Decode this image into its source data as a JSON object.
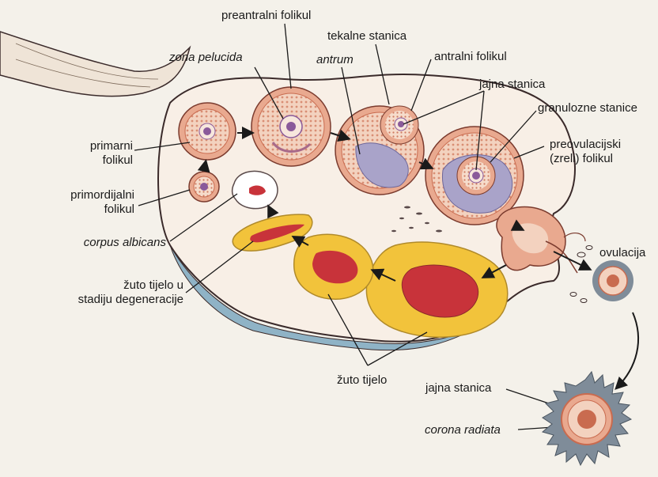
{
  "labels": {
    "preantral": "preantralni folikul",
    "zona": "zona pelucida",
    "tekalne": "tekalne stanica",
    "antrum": "antrum",
    "antralni": "antralni folikul",
    "jajna_top": "jajna stanica",
    "granulozne": "granulozne stanice",
    "primarni_1": "primarni",
    "primarni_2": "folikul",
    "preov_1": "preovulacijski",
    "preov_2": "(zreli) folikul",
    "primord_1": "primordijalni",
    "primord_2": "folikul",
    "corpus_albicans": "corpus albicans",
    "zuto_deg_1": "žuto tijelo u",
    "zuto_deg_2": "stadiju degeneracije",
    "ovulacija": "ovulacija",
    "zuto_tijelo": "žuto tijelo",
    "jajna_bottom": "jajna stanica",
    "corona": "corona radiata"
  },
  "colors": {
    "background": "#f4f1ea",
    "ovary_fill": "#f8efe6",
    "ovary_outline": "#3a2a2a",
    "follicle_pink": "#e9a98f",
    "follicle_ring": "#c96b4f",
    "granulosa": "#f3d2bf",
    "antrum": "#a9a3c9",
    "oocyte": "#8a5a9a",
    "corpus_yellow": "#f2c33b",
    "corpus_red": "#c8333a",
    "corona_gray": "#7f8c99",
    "capsule_blue": "#8fb3c6"
  }
}
